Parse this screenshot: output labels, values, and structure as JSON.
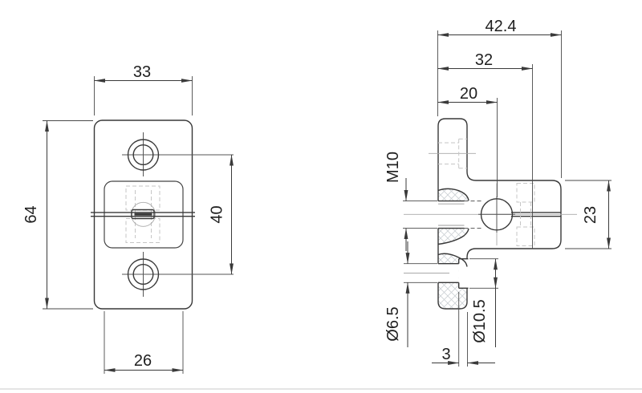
{
  "palette": {
    "background": "#ffffff",
    "line_color": "#3a3a3a",
    "hidden_line_color": "#c6c6c6",
    "hatch_color": "#ccd1d5",
    "text_color": "#1f1f1f"
  },
  "drawing": {
    "front_view": {
      "dimensions": {
        "width_top": "33",
        "height": "64",
        "hole_spacing": "40",
        "width_bottom": "26"
      }
    },
    "side_view": {
      "dimensions": {
        "depth_total": "42.4",
        "depth_step": "32",
        "depth_ball_center": "20",
        "thread": "M10",
        "arm_height": "23",
        "hole_diameter": "Ø6.5",
        "counterbore_diameter": "Ø10.5",
        "counterbore_depth": "3"
      }
    }
  }
}
